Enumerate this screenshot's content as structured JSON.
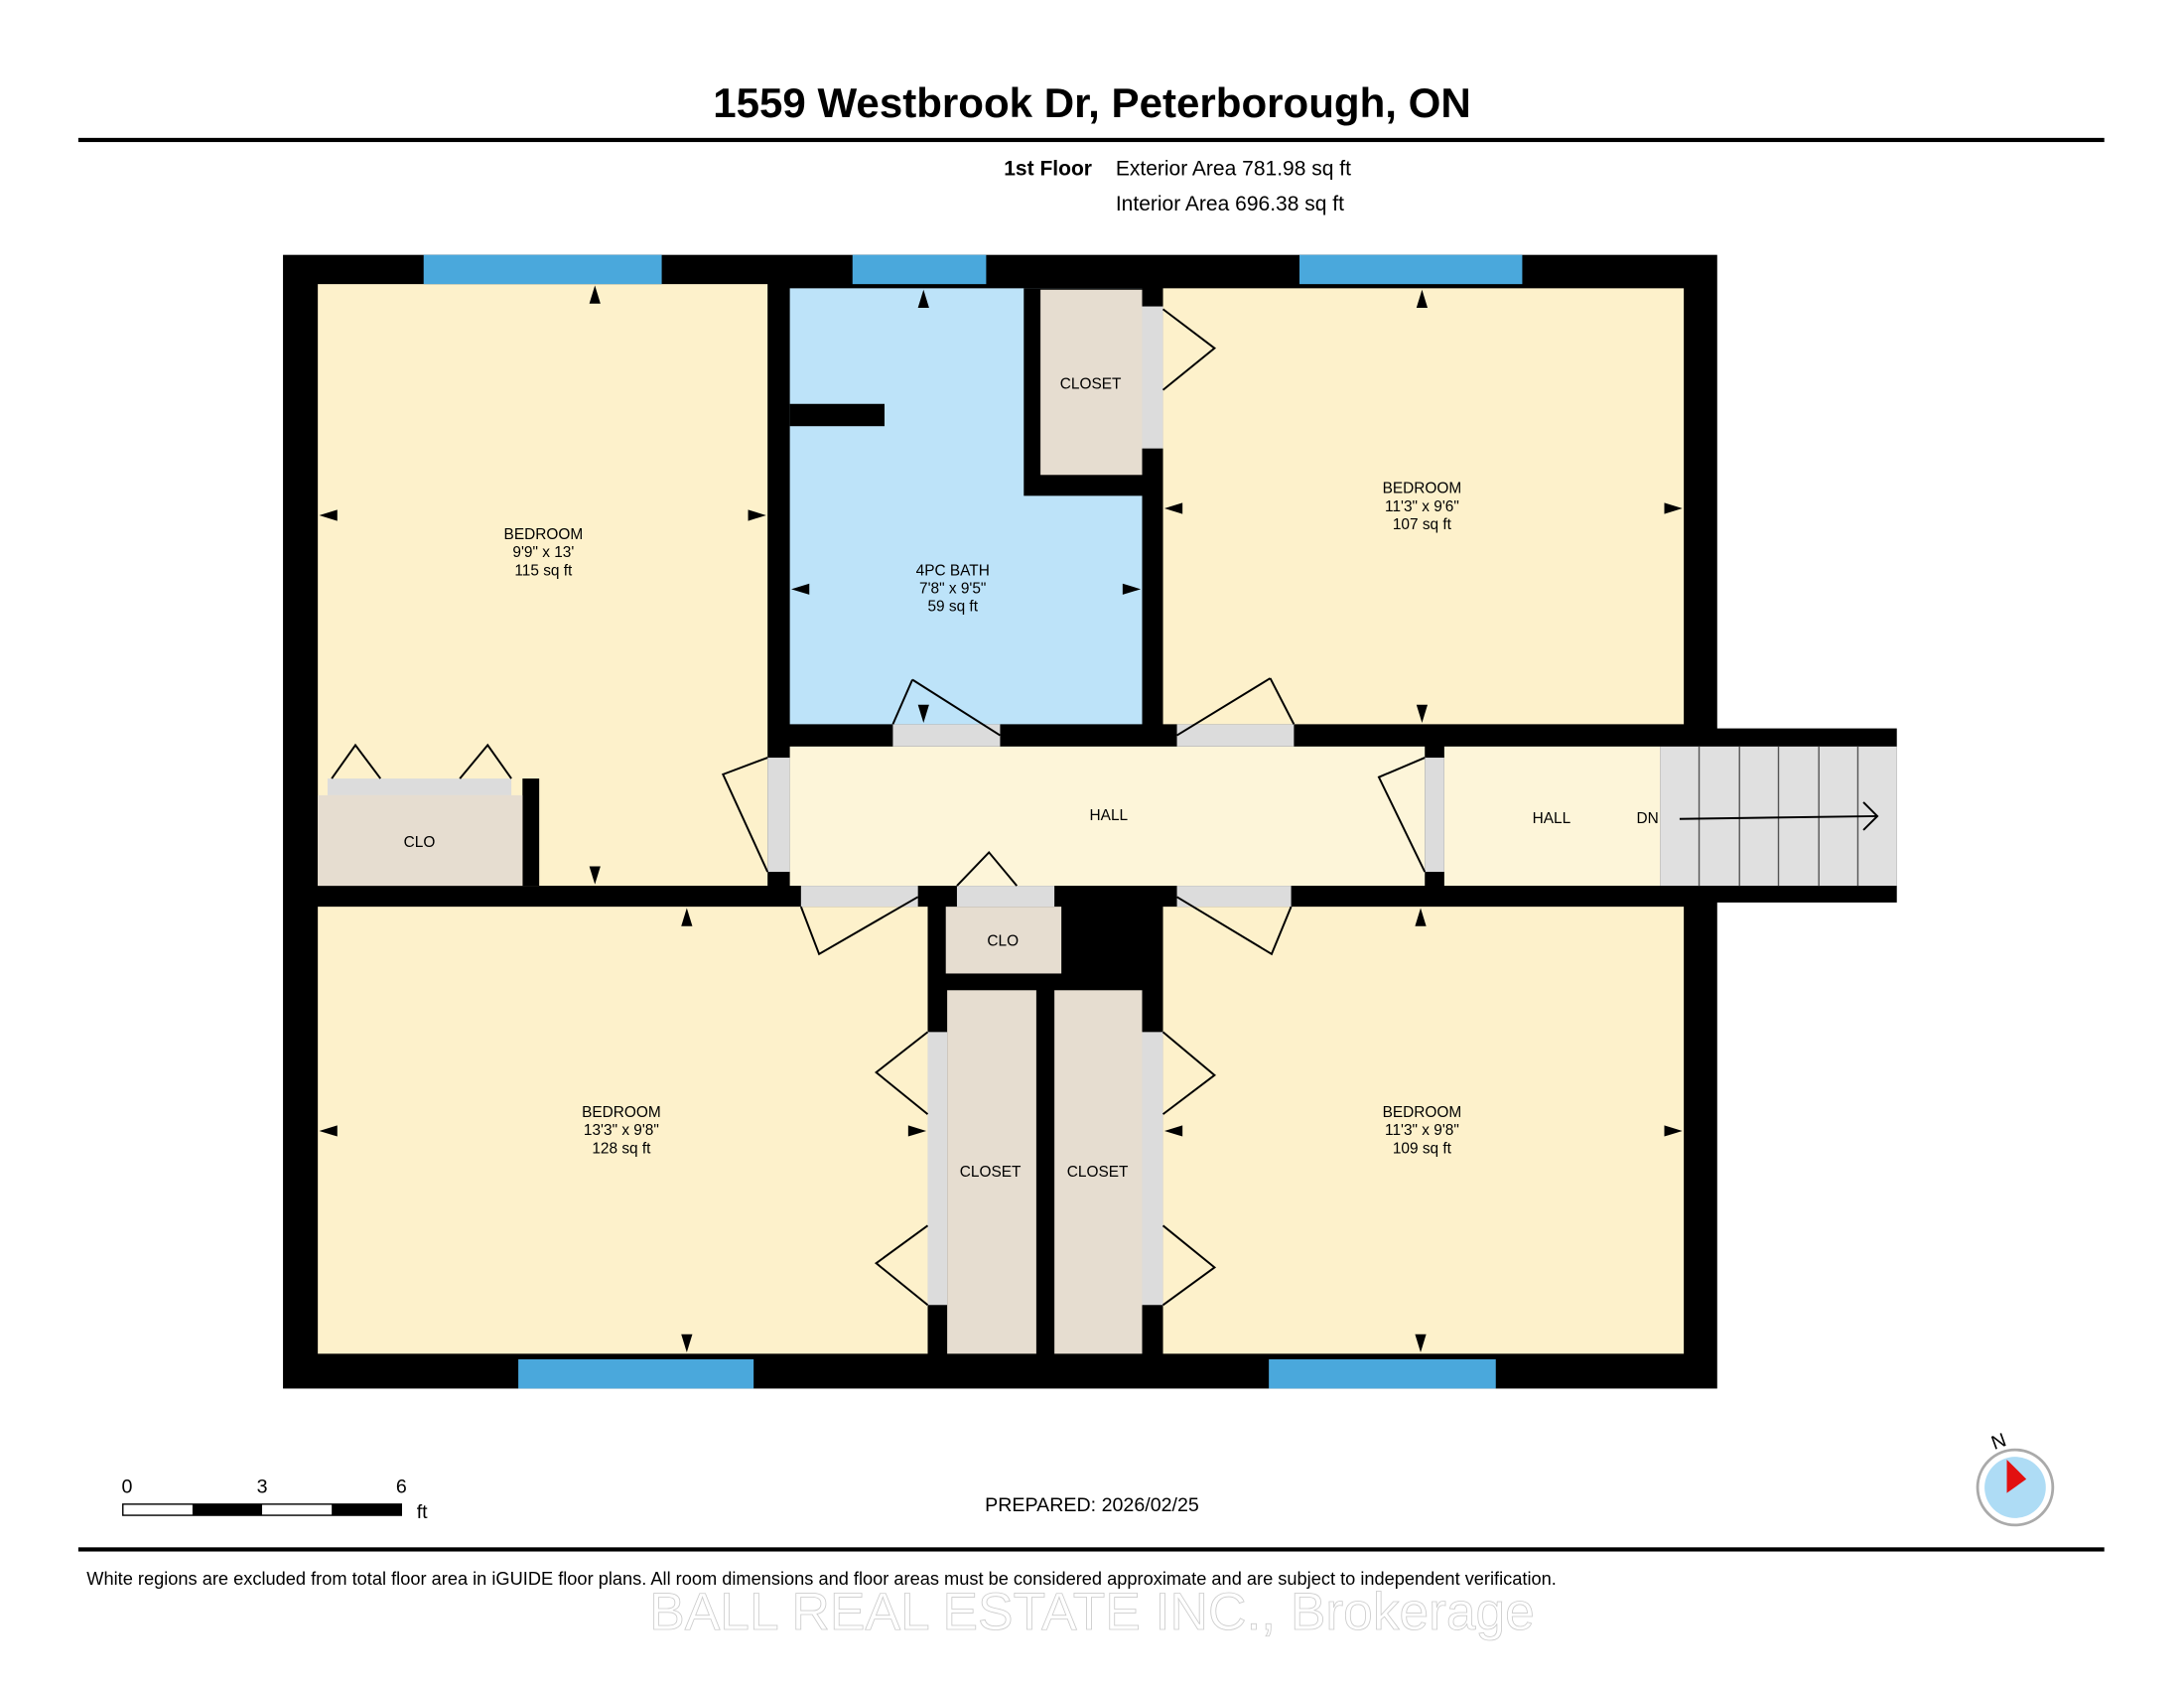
{
  "header": {
    "title": "1559 Westbrook Dr, Peterborough, ON",
    "floor_label": "1st Floor",
    "exterior_area": "Exterior Area 781.98 sq ft",
    "interior_area": "Interior Area 696.38 sq ft"
  },
  "rooms": [
    {
      "name": "BEDROOM",
      "dims": "9'9\" x 13'",
      "area": "115 sq ft"
    },
    {
      "name": "4PC BATH",
      "dims": "7'8\" x 9'5\"",
      "area": "59 sq ft"
    },
    {
      "name": "BEDROOM",
      "dims": "11'3\" x 9'6\"",
      "area": "107 sq ft"
    },
    {
      "name": "BEDROOM",
      "dims": "13'3\" x 9'8\"",
      "area": "128 sq ft"
    },
    {
      "name": "BEDROOM",
      "dims": "11'3\" x 9'8\"",
      "area": "109 sq ft"
    }
  ],
  "labels": {
    "closet_top": "CLOSET",
    "clo_left": "CLO",
    "hall_main": "HALL",
    "hall_right": "HALL",
    "stairs_dn": "DN",
    "clo_center": "CLO",
    "closet_left": "CLOSET",
    "closet_right": "CLOSET"
  },
  "scale_bar": {
    "ticks": [
      "0",
      "3",
      "6"
    ],
    "unit": "ft"
  },
  "compass": {
    "label": "N"
  },
  "prepared": "PREPARED: 2026/02/25",
  "disclaimer": "White regions are excluded from total floor area in iGUIDE floor plans. All room dimensions and floor areas must be considered approximate and are subject to independent verification.",
  "watermark": "BALL REAL ESTATE INC., Brokerage",
  "colors": {
    "room": "#fdf1cb",
    "bath": "#bde3f9",
    "closet": "#e6ddd0",
    "window": "#4aa8dc",
    "wall": "#000000"
  }
}
